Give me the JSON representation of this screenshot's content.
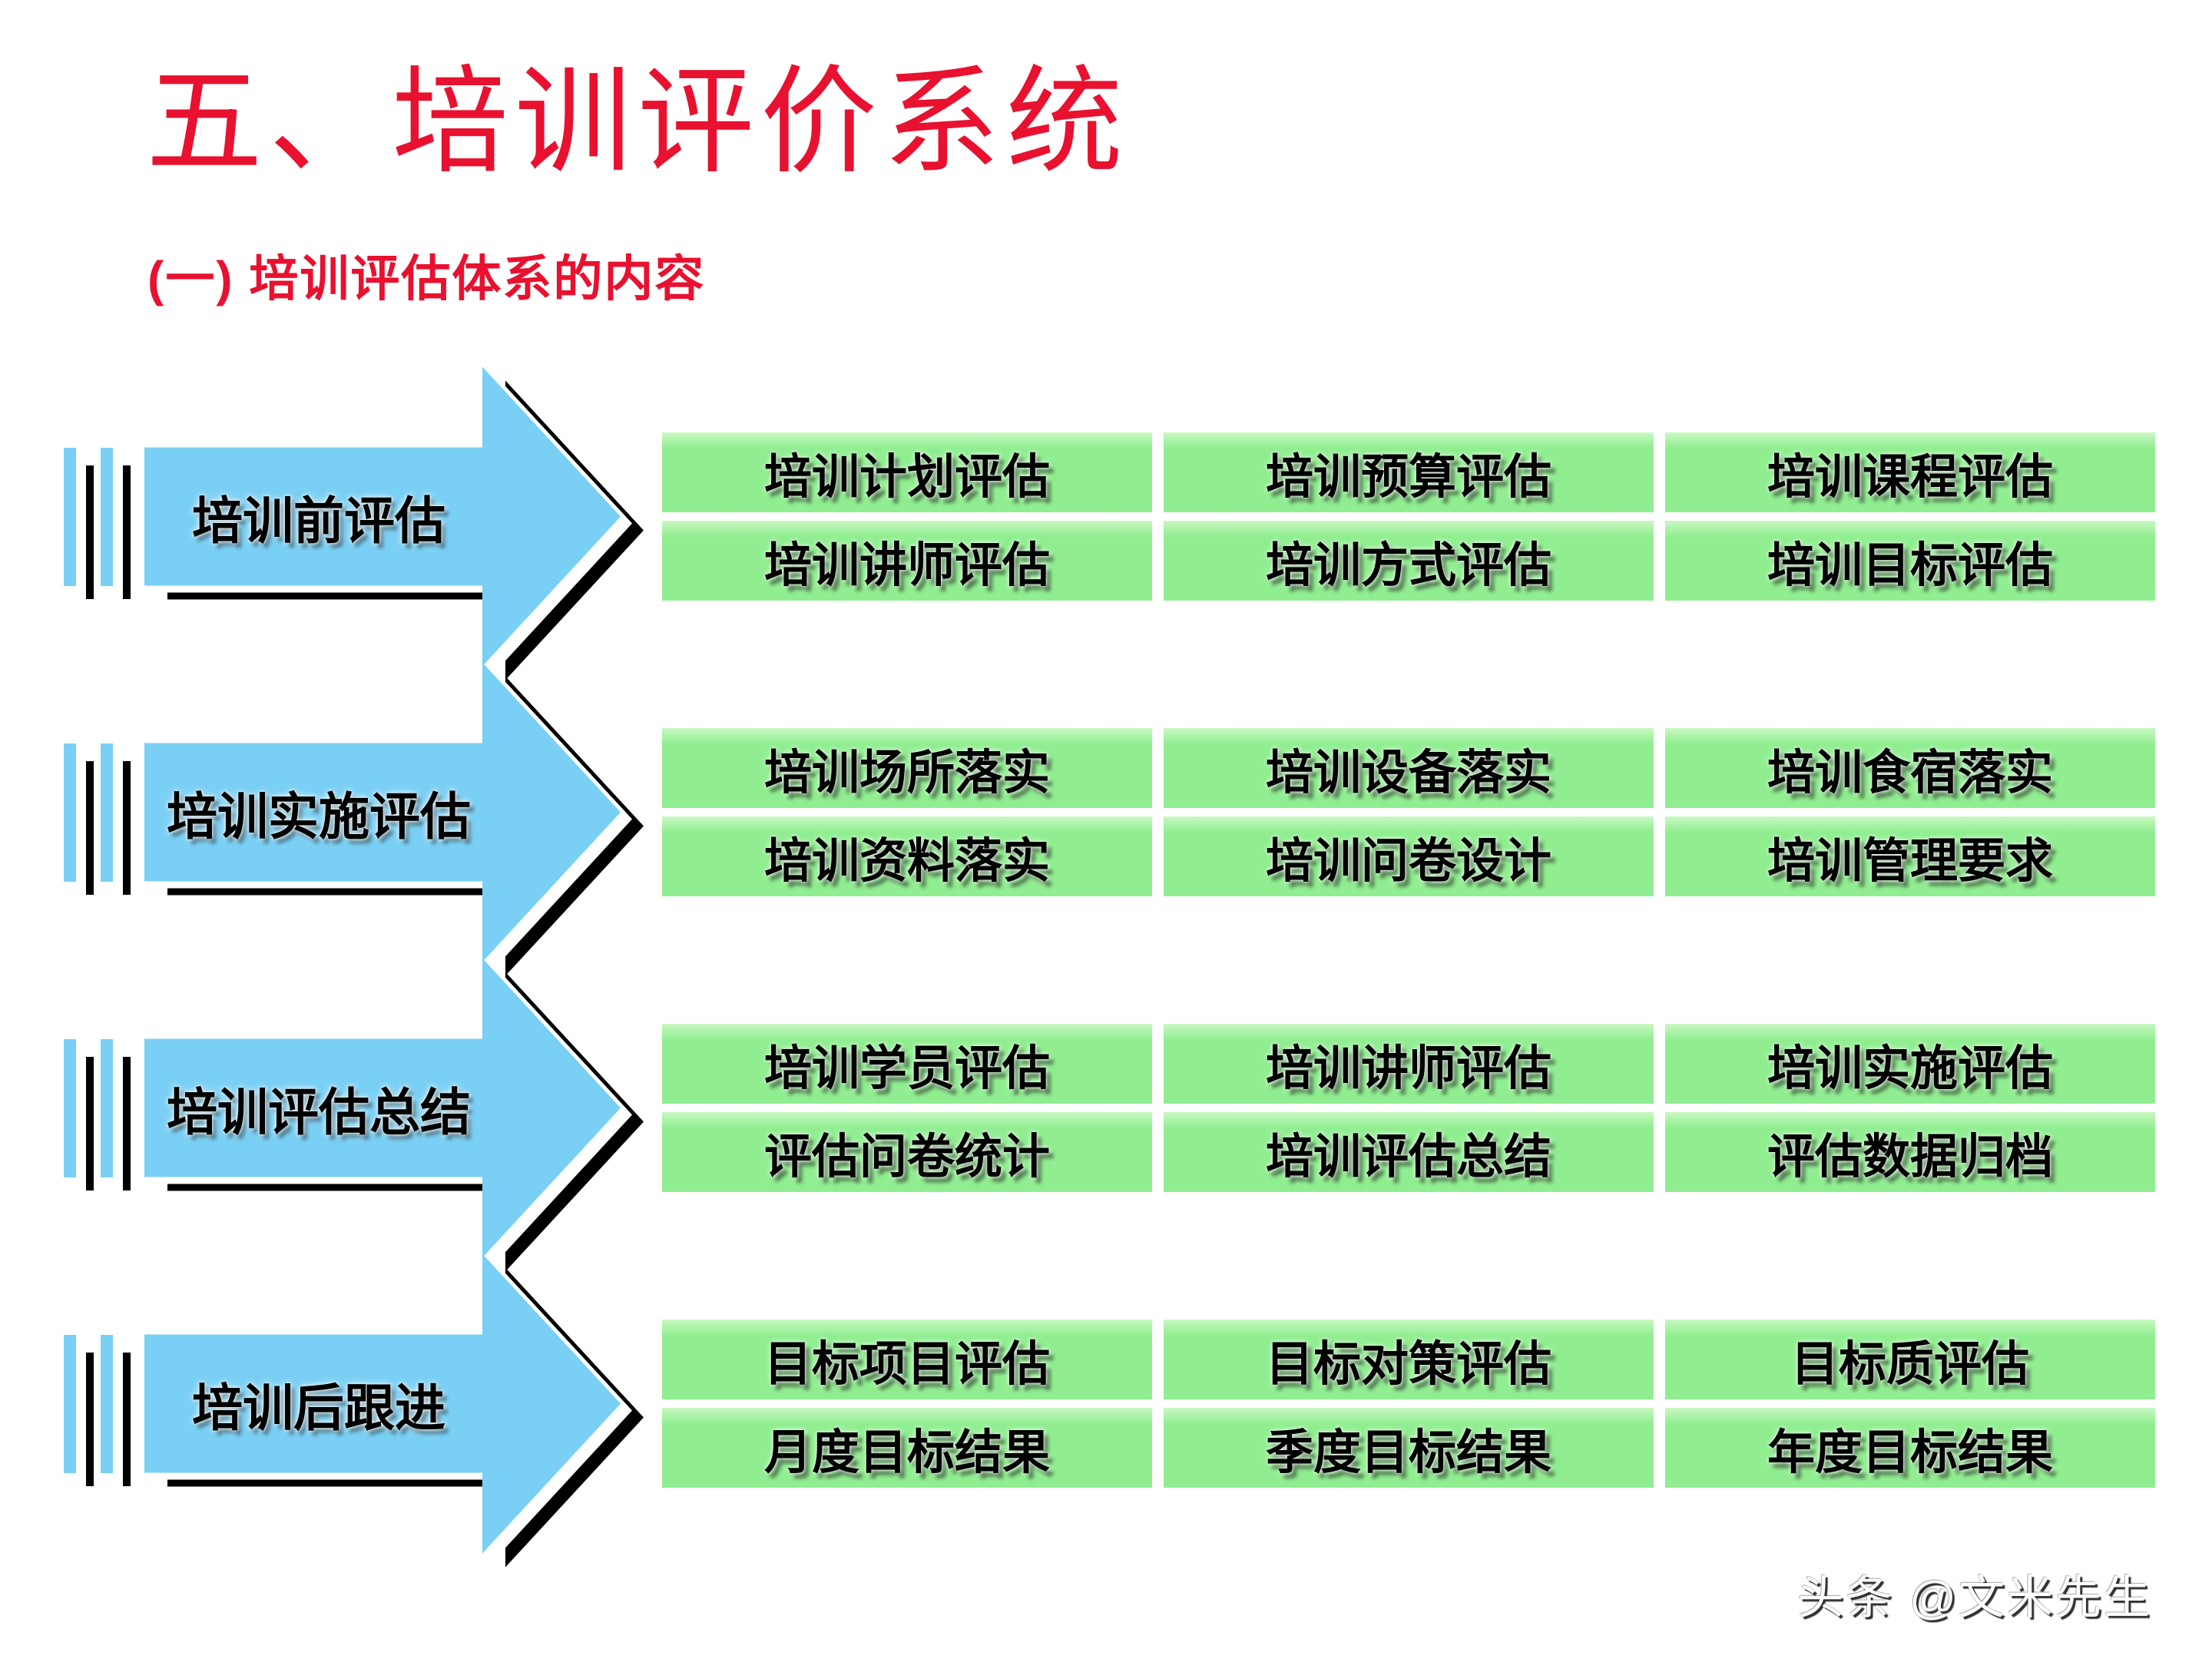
{
  "title": "五、培训评价系统",
  "subtitle": "(一) 培训评估体系的内容",
  "rows": [
    {
      "arrow": "培训前评估",
      "boxes": [
        "培训计划评估",
        "培训预算评估",
        "培训课程评估",
        "培训讲师评估",
        "培训方式评估",
        "培训目标评估"
      ]
    },
    {
      "arrow": "培训实施评估",
      "boxes": [
        "培训场所落实",
        "培训设备落实",
        "培训食宿落实",
        "培训资料落实",
        "培训问卷设计",
        "培训管理要求"
      ]
    },
    {
      "arrow": "培训评估总结",
      "boxes": [
        "培训学员评估",
        "培训讲师评估",
        "培训实施评估",
        "评估问卷统计",
        "培训评估总结",
        "评估数据归档"
      ]
    },
    {
      "arrow": "培训后跟进",
      "boxes": [
        "目标项目评估",
        "目标对策评估",
        "目标质评估",
        "月度目标结果",
        "季度目标结果",
        "年度目标结果"
      ]
    }
  ],
  "watermark": "头条 @文米先生",
  "colors": {
    "title_red": "#e8112f",
    "arrow_blue": "#7acff4",
    "box_green": "#90ee90",
    "shadow_black": "#000000"
  }
}
